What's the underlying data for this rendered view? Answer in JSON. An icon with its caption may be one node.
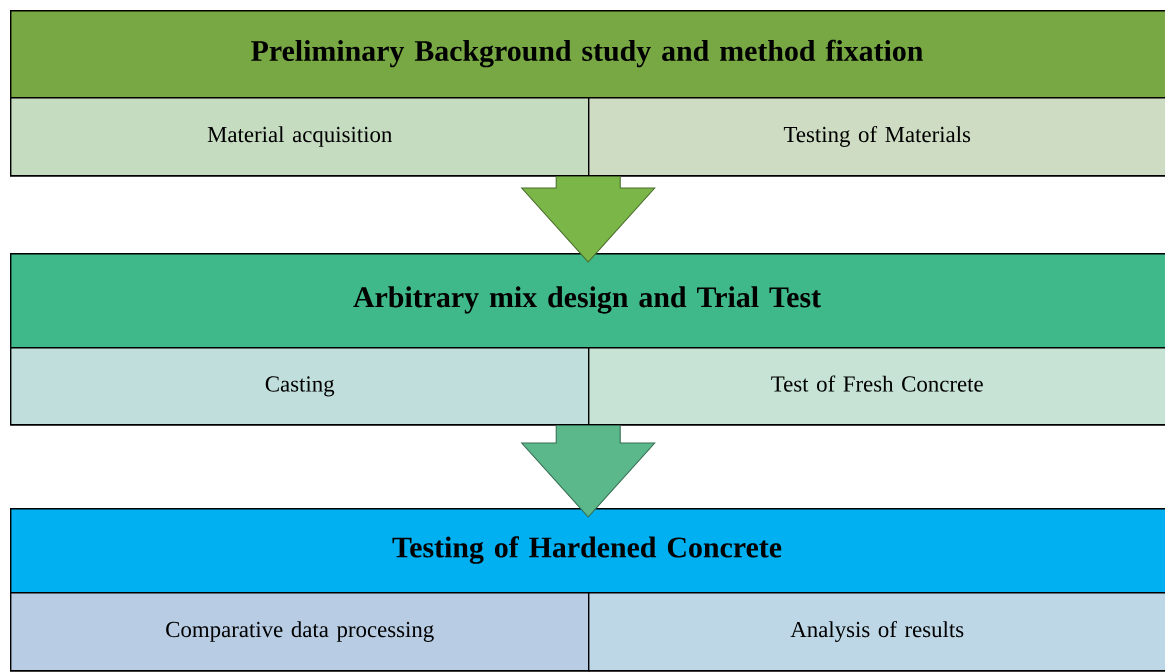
{
  "diagram": {
    "nodes": [
      {
        "text": [
          "Preliminary Background study and method fixation"
        ]
      },
      {
        "text": [
          "Material acquisition"
        ],
        "in": 0
      },
      {
        "text": [
          "Testing of Materials"
        ],
        "in": 0
      },
      {
        "text": [
          "Arbitrary mix design and Trial Test"
        ]
      },
      {
        "text": [
          "Casting"
        ],
        "in": 3
      },
      {
        "text": [
          "Test of Fresh Concrete"
        ],
        "in": 3
      },
      {
        "text": [
          "Testing of Hardened Concrete"
        ]
      },
      {
        "text": [
          "Comparative data processing"
        ],
        "in": 6
      },
      {
        "text": [
          "Analysis of results"
        ],
        "in": 6
      }
    ],
    "edges": [
      {
        "from": 0,
        "to": 3,
        "arrow": "to"
      },
      {
        "from": 3,
        "to": 6,
        "arrow": "to"
      }
    ]
  }
}
